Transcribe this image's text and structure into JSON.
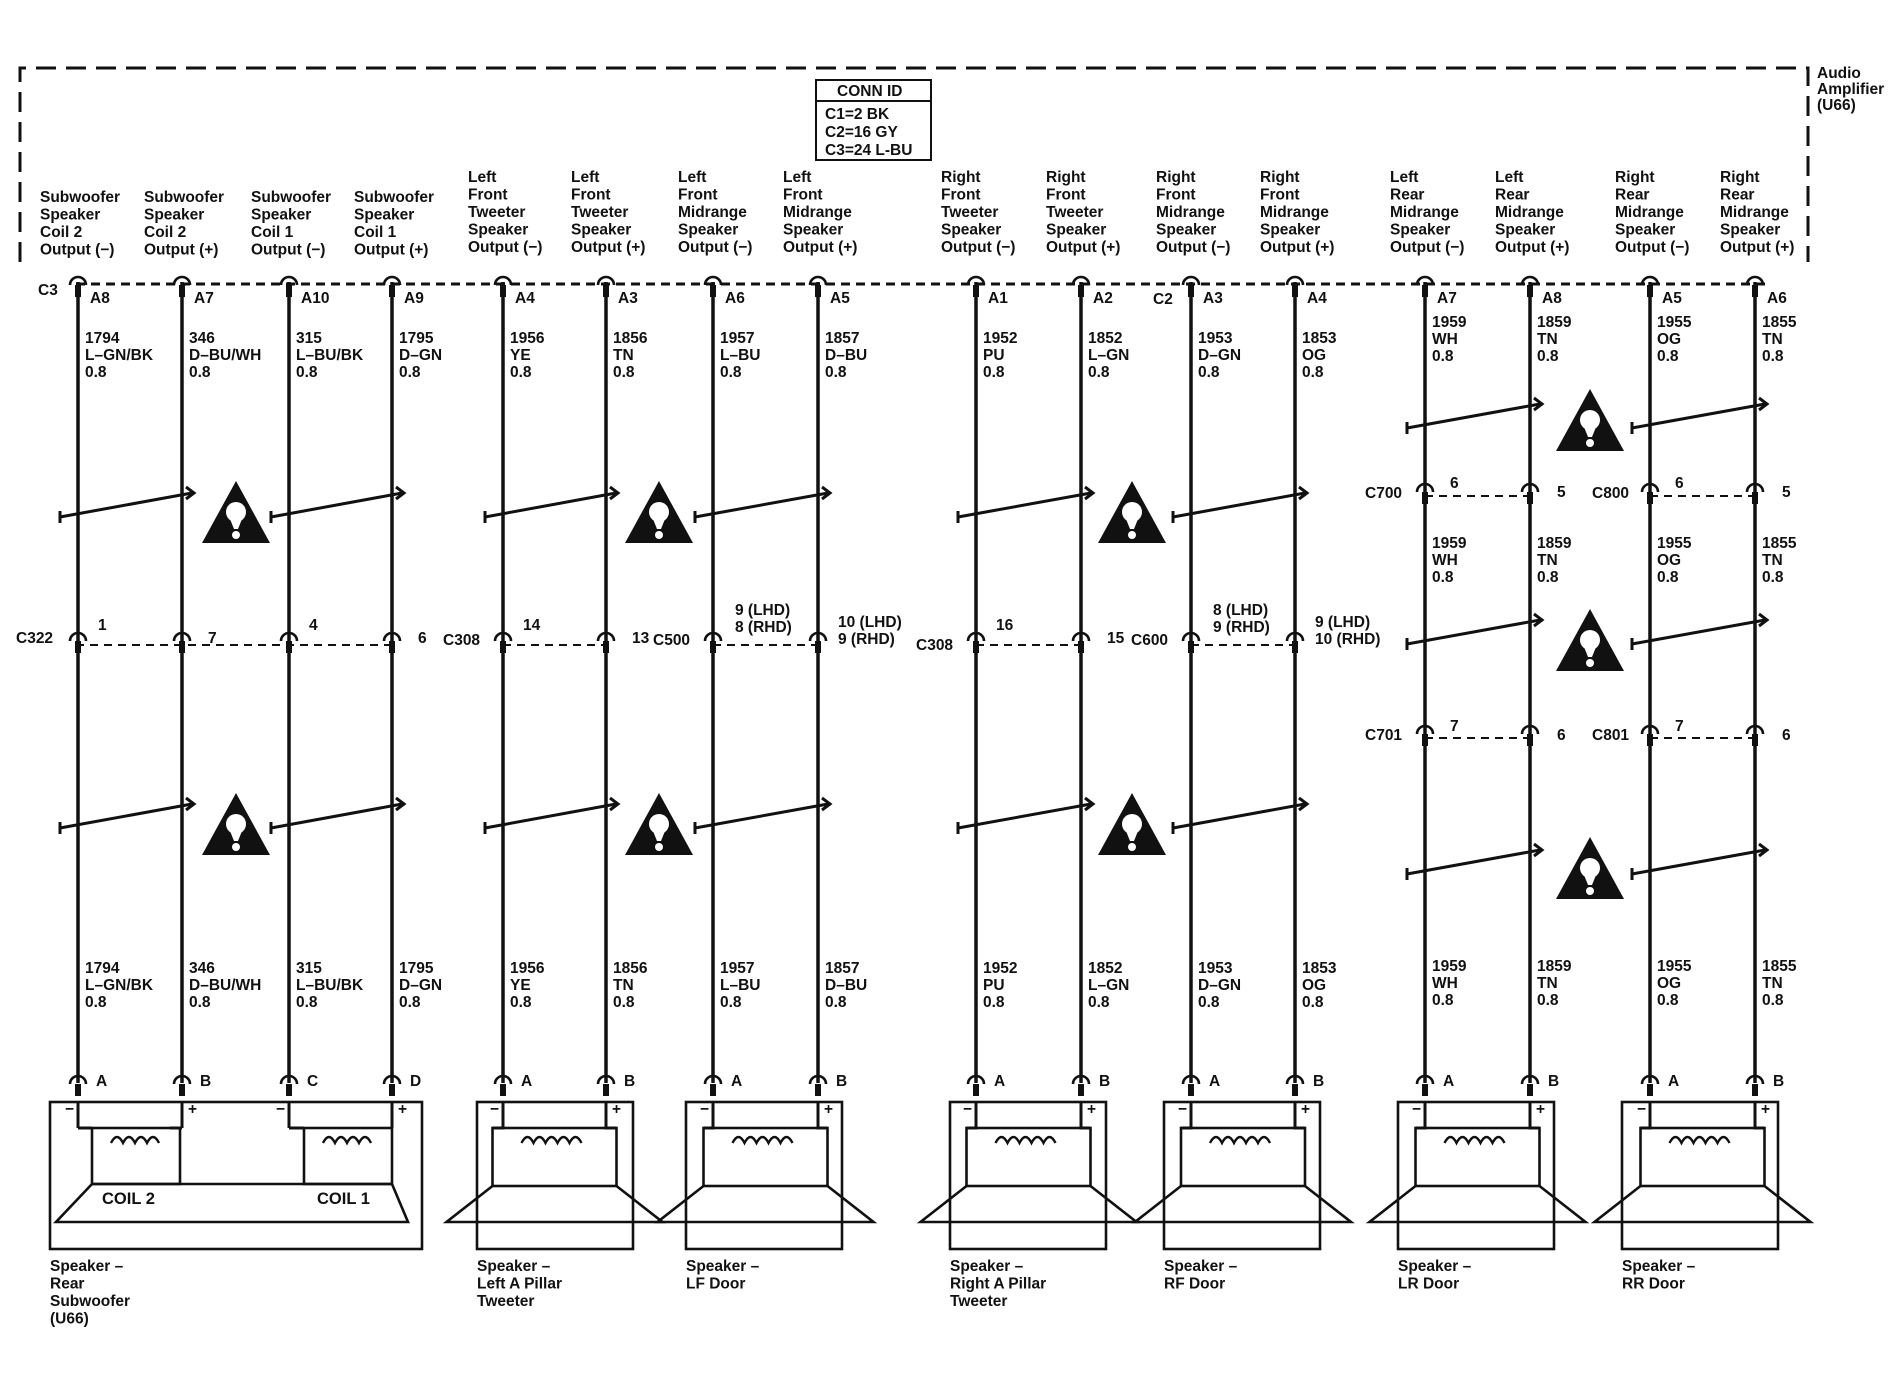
{
  "amplifier": {
    "lines": [
      "Audio",
      "Amplifier",
      "(U66)"
    ],
    "conn_id": {
      "title": "CONN ID",
      "lines": [
        "C1=2 BK",
        "C2=16 GY",
        "C3=24 L-BU"
      ]
    }
  },
  "connectors": {
    "c3": "C3",
    "c2": "C2",
    "c322": "C322",
    "c308": "C308",
    "c500": "C500",
    "c600": "C600",
    "c700": "C700",
    "c800": "C800",
    "c701": "C701",
    "c801": "C801"
  },
  "circuits": [
    {
      "output": [
        "Subwoofer",
        "Speaker",
        "Coil 2",
        "Output (−)"
      ],
      "pin": "A8",
      "circuit": "1794",
      "color": "L–GN/BK",
      "gauge": "0.8",
      "mid_pin": [
        "1"
      ],
      "spk_pin": "A",
      "polarity": "−"
    },
    {
      "output": [
        "Subwoofer",
        "Speaker",
        "Coil 2",
        "Output (+)"
      ],
      "pin": "A7",
      "circuit": "346",
      "color": "D–BU/WH",
      "gauge": "0.8",
      "mid_pin": [
        "7"
      ],
      "spk_pin": "B",
      "polarity": "+"
    },
    {
      "output": [
        "Subwoofer",
        "Speaker",
        "Coil 1",
        "Output (−)"
      ],
      "pin": "A10",
      "circuit": "315",
      "color": "L–BU/BK",
      "gauge": "0.8",
      "mid_pin": [
        "4"
      ],
      "spk_pin": "C",
      "polarity": "−"
    },
    {
      "output": [
        "Subwoofer",
        "Speaker",
        "Coil 1",
        "Output (+)"
      ],
      "pin": "A9",
      "circuit": "1795",
      "color": "D–GN",
      "gauge": "0.8",
      "mid_pin": [
        "6"
      ],
      "spk_pin": "D",
      "polarity": "+"
    },
    {
      "output": [
        "Left",
        "Front",
        "Tweeter",
        "Speaker",
        "Output (−)"
      ],
      "pin": "A4",
      "circuit": "1956",
      "color": "YE",
      "gauge": "0.8",
      "mid_pin": [
        "14"
      ],
      "spk_pin": "A",
      "polarity": "−"
    },
    {
      "output": [
        "Left",
        "Front",
        "Tweeter",
        "Speaker",
        "Output (+)"
      ],
      "pin": "A3",
      "circuit": "1856",
      "color": "TN",
      "gauge": "0.8",
      "mid_pin": [
        "13"
      ],
      "spk_pin": "B",
      "polarity": "+"
    },
    {
      "output": [
        "Left",
        "Front",
        "Midrange",
        "Speaker",
        "Output (−)"
      ],
      "pin": "A6",
      "circuit": "1957",
      "color": "L–BU",
      "gauge": "0.8",
      "mid_pin": [
        "9 (LHD)",
        "8 (RHD)"
      ],
      "spk_pin": "A",
      "polarity": "−"
    },
    {
      "output": [
        "Left",
        "Front",
        "Midrange",
        "Speaker",
        "Output (+)"
      ],
      "pin": "A5",
      "circuit": "1857",
      "color": "D–BU",
      "gauge": "0.8",
      "mid_pin": [
        "10 (LHD)",
        "9 (RHD)"
      ],
      "spk_pin": "B",
      "polarity": "+"
    },
    {
      "output": [
        "Right",
        "Front",
        "Tweeter",
        "Speaker",
        "Output (−)"
      ],
      "pin": "A1",
      "circuit": "1952",
      "color": "PU",
      "gauge": "0.8",
      "mid_pin": [
        "16"
      ],
      "spk_pin": "A",
      "polarity": "−"
    },
    {
      "output": [
        "Right",
        "Front",
        "Tweeter",
        "Speaker",
        "Output (+)"
      ],
      "pin": "A2",
      "circuit": "1852",
      "color": "L–GN",
      "gauge": "0.8",
      "mid_pin": [
        "15"
      ],
      "spk_pin": "B",
      "polarity": "+"
    },
    {
      "output": [
        "Right",
        "Front",
        "Midrange",
        "Speaker",
        "Output (−)"
      ],
      "pin": "A3",
      "circuit": "1953",
      "color": "D–GN",
      "gauge": "0.8",
      "mid_pin": [
        "8 (LHD)",
        "9 (RHD)"
      ],
      "spk_pin": "A",
      "polarity": "−"
    },
    {
      "output": [
        "Right",
        "Front",
        "Midrange",
        "Speaker",
        "Output (+)"
      ],
      "pin": "A4",
      "circuit": "1853",
      "color": "OG",
      "gauge": "0.8",
      "mid_pin": [
        "9 (LHD)",
        "10 (RHD)"
      ],
      "spk_pin": "B",
      "polarity": "+"
    },
    {
      "output": [
        "Left",
        "Rear",
        "Midrange",
        "Speaker",
        "Output (−)"
      ],
      "pin": "A7",
      "circuit": "1959",
      "color": "WH",
      "gauge": "0.8",
      "pin_a": "6",
      "pin_b": "7",
      "spk_pin": "A",
      "polarity": "−"
    },
    {
      "output": [
        "Left",
        "Rear",
        "Midrange",
        "Speaker",
        "Output (+)"
      ],
      "pin": "A8",
      "circuit": "1859",
      "color": "TN",
      "gauge": "0.8",
      "pin_a": "5",
      "pin_b": "6",
      "spk_pin": "B",
      "polarity": "+"
    },
    {
      "output": [
        "Right",
        "Rear",
        "Midrange",
        "Speaker",
        "Output (−)"
      ],
      "pin": "A5",
      "circuit": "1955",
      "color": "OG",
      "gauge": "0.8",
      "pin_a": "6",
      "pin_b": "7",
      "spk_pin": "A",
      "polarity": "−"
    },
    {
      "output": [
        "Right",
        "Rear",
        "Midrange",
        "Speaker",
        "Output (+)"
      ],
      "pin": "A6",
      "circuit": "1855",
      "color": "TN",
      "gauge": "0.8",
      "pin_a": "5",
      "pin_b": "6",
      "spk_pin": "B",
      "polarity": "+"
    }
  ],
  "speakers": [
    {
      "label": [
        "Speaker –",
        "Rear",
        "Subwoofer",
        "(U66)"
      ],
      "coils": [
        "COIL 2",
        "COIL 1"
      ]
    },
    {
      "label": [
        "Speaker –",
        "Left A Pillar",
        "Tweeter"
      ]
    },
    {
      "label": [
        "Speaker –",
        "LF Door"
      ]
    },
    {
      "label": [
        "Speaker –",
        "Right A Pillar",
        "Tweeter"
      ]
    },
    {
      "label": [
        "Speaker –",
        "RF Door"
      ]
    },
    {
      "label": [
        "Speaker –",
        "LR Door"
      ]
    },
    {
      "label": [
        "Speaker –",
        "RR Door"
      ]
    }
  ],
  "symbols": {
    "twisted_pair_caution": "warning-triangle-icon"
  }
}
